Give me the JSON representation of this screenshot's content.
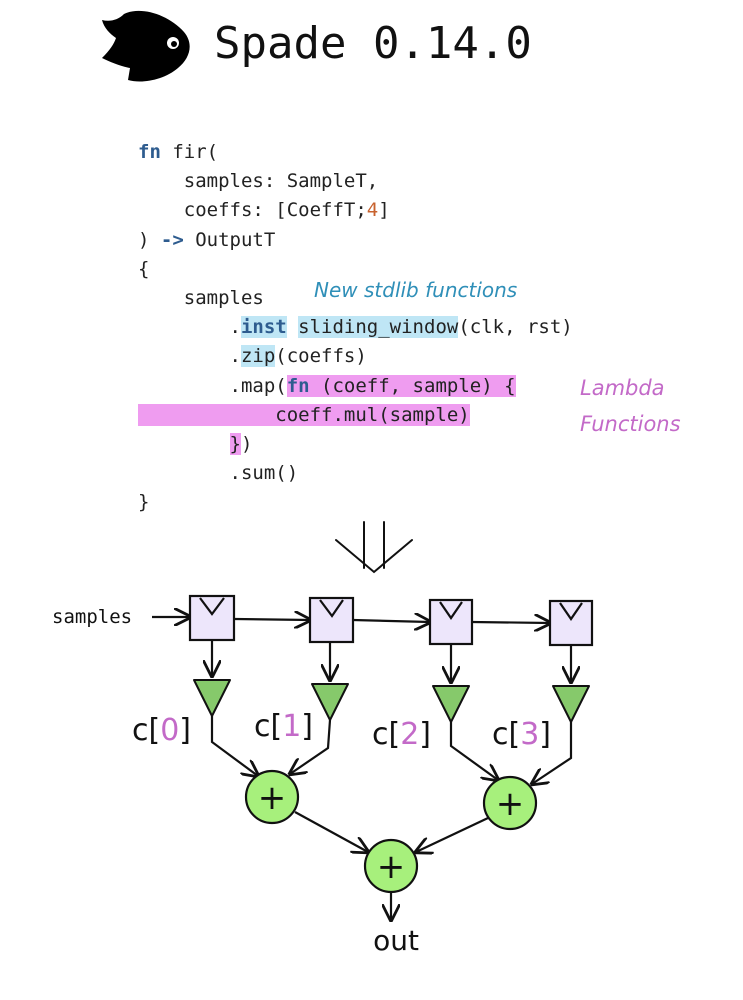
{
  "header": {
    "title": "Spade 0.14.0",
    "logo_icon": "fish-icon"
  },
  "code": {
    "line1": {
      "kw": "fn",
      "rest": " fir("
    },
    "line2": "    samples: SampleT,",
    "line3": {
      "pre": "    coeffs: [CoeffT;",
      "num": "4",
      "post": "]"
    },
    "line4": {
      "pre": ") ",
      "arrow": "->",
      "post": " OutputT"
    },
    "line5": "{",
    "line6": "    samples",
    "line7": {
      "pre": "        .",
      "kw": "inst",
      "sp": " ",
      "fn": "sliding_window",
      "post": "(clk, rst)"
    },
    "line8": {
      "pre": "        .",
      "fn": "zip",
      "post": "(coeffs)"
    },
    "line9": {
      "pre": "        .map(",
      "kw": "fn",
      "post": " (coeff, sample) {"
    },
    "line10": "            coeff.mul(sample)",
    "line11": {
      "pre": "        ",
      "brace": "}",
      "post": ")"
    },
    "line12": "        .sum()",
    "line13": "}"
  },
  "annotations": {
    "new_stdlib": "New stdlib functions",
    "lambda_line1": "Lambda",
    "lambda_line2": "Functions"
  },
  "diagram": {
    "input_label": "samples",
    "coeff_labels": [
      {
        "pre": "c[",
        "idx": "0",
        "post": "]"
      },
      {
        "pre": "c[",
        "idx": "1",
        "post": "]"
      },
      {
        "pre": "c[",
        "idx": "2",
        "post": "]"
      },
      {
        "pre": "c[",
        "idx": "3",
        "post": "]"
      }
    ],
    "adder_symbol": "+",
    "output_label": "out",
    "colors": {
      "register_fill": "#ede6fb",
      "multiplier_fill": "#86c96b",
      "adder_fill": "#a7f07c",
      "index_color": "#c36ac8",
      "stroke": "#111111"
    }
  }
}
